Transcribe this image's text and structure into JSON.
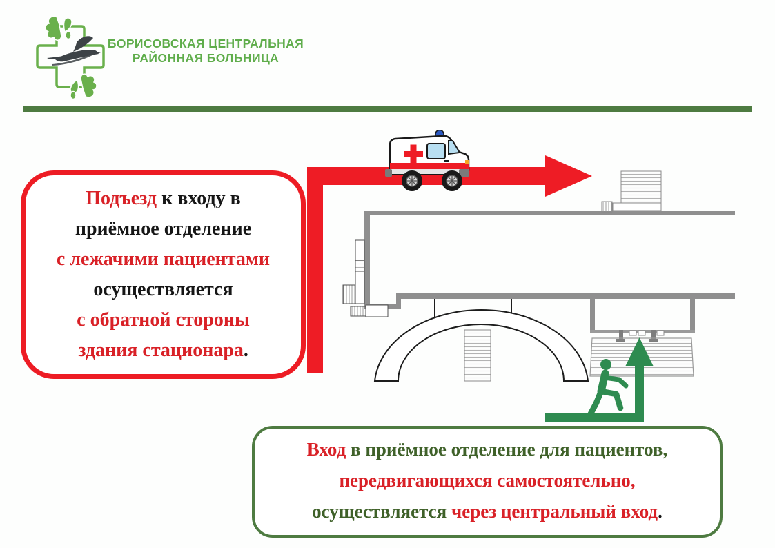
{
  "header": {
    "org_name_line1": "БОРИСОВСКАЯ ЦЕНТРАЛЬНАЯ",
    "org_name_line2": "РАЙОННАЯ БОЛЬНИЦА"
  },
  "red_box": {
    "line1_red": "Подъезд",
    "line1_black": " к входу в",
    "line2_black": "приёмное отделение",
    "line3_red": "с лежачими пациентами",
    "line4_black": "осуществляется",
    "line5_red": "с обратной стороны",
    "line6_red": "здания стационара",
    "line6_black": "."
  },
  "green_box": {
    "line1_red": "Вход",
    "line1_green": " в приёмное отделение для пациентов,",
    "line2_red": "передвигающихся самостоятельно,",
    "line3_green": "осуществляется",
    "line3_red": " через центральный вход",
    "line3_black": "."
  },
  "icons": {
    "logo": "green-cross-with-stork-and-oak-leaves",
    "ambulance": "ambulance-van-icon",
    "pedestrian": "walking-person-icon",
    "red_route": "ambulance-route-right-arrow",
    "green_route": "pedestrian-route-up-arrow"
  },
  "colors": {
    "brand_green": "#5fad4b",
    "divider_green": "#4e7b41",
    "note_red_border": "#ed1c24",
    "text_red": "#d92127",
    "text_dark_green": "#3f6129",
    "route_red": "#ee1c25",
    "route_green": "#2e8b50",
    "wall_gray": "#8f8f8f"
  }
}
